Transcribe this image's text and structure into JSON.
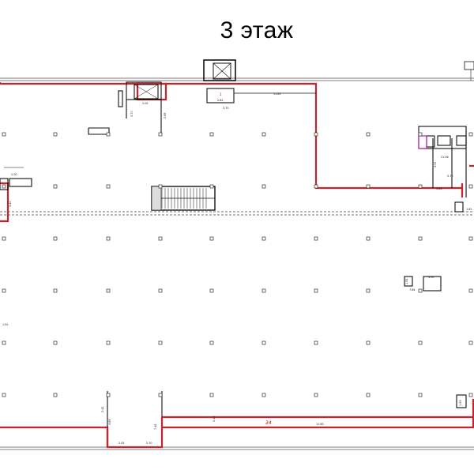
{
  "title": "3 этаж",
  "colors": {
    "boundary": "#c8232c",
    "wall": "#222222",
    "column": "#333333",
    "magenta": "#c0189b"
  },
  "rooms": {
    "room_34": "34",
    "room_small": "1"
  },
  "dimensions": {
    "d_top_run": "11.85",
    "d_stair_a": "3.70",
    "d_stair_b": "2.62",
    "d_stair_c": "2.85",
    "d_core_w": "2.05",
    "d_core_h": "3.70",
    "d_left": "2.20",
    "d_left2": "3.40",
    "d_right_a": "21.06",
    "d_right_b": "5.83",
    "d_right_c": "5.70",
    "d_right_d": "3.91",
    "d_right_e": "1.81",
    "d_bottom_run": "11.60",
    "d_bottom_a": "2.45",
    "d_bottom_b": "2.70",
    "d_bottom_c": "3.89",
    "d_bottom_d": "7.45",
    "d_bottom_e": "2.42",
    "d_mid_a": "1.92",
    "d_mid_b": "7.64",
    "d_mid_c": "3.90",
    "d_left_mid": "1.92",
    "d_right_bot": "1.93"
  }
}
